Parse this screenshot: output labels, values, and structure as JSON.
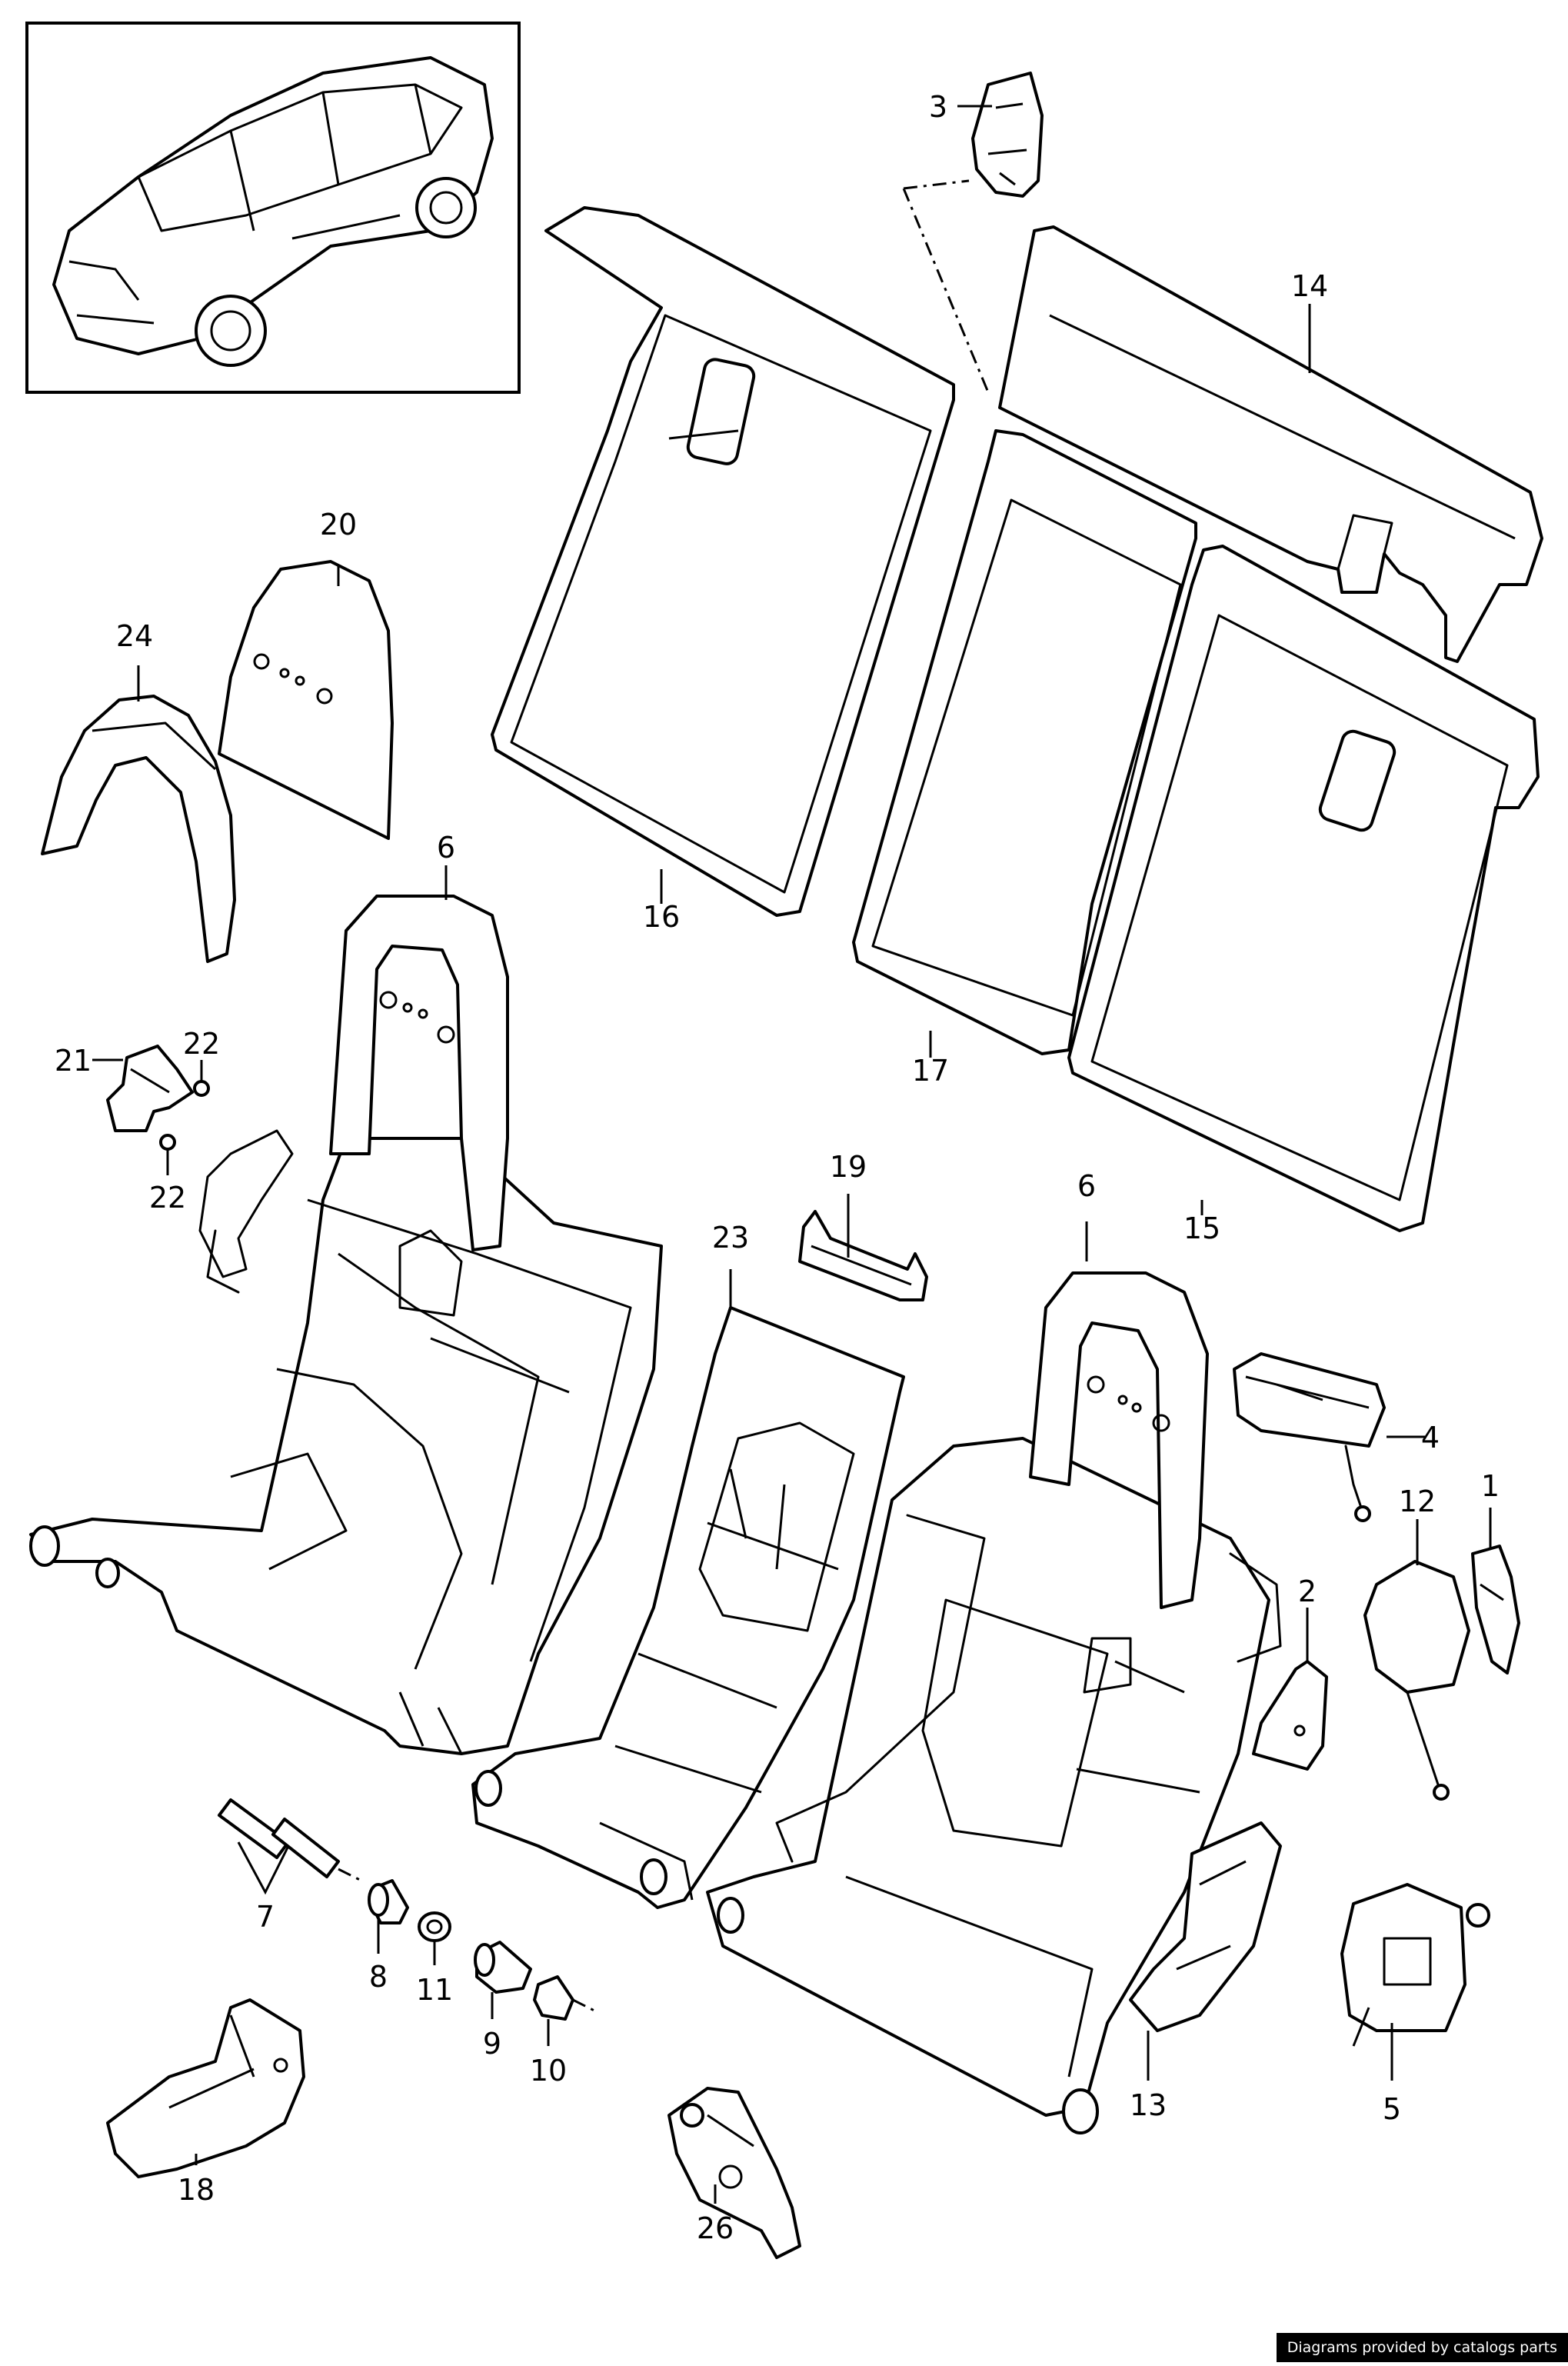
{
  "footer": {
    "credit": "Diagrams provided by catalogs parts"
  },
  "callouts": [
    "1",
    "2",
    "3",
    "4",
    "5",
    "6",
    "6",
    "7",
    "8",
    "9",
    "10",
    "11",
    "12",
    "13",
    "14",
    "15",
    "16",
    "17",
    "18",
    "19",
    "20",
    "21",
    "22",
    "22",
    "23",
    "24",
    "26"
  ]
}
